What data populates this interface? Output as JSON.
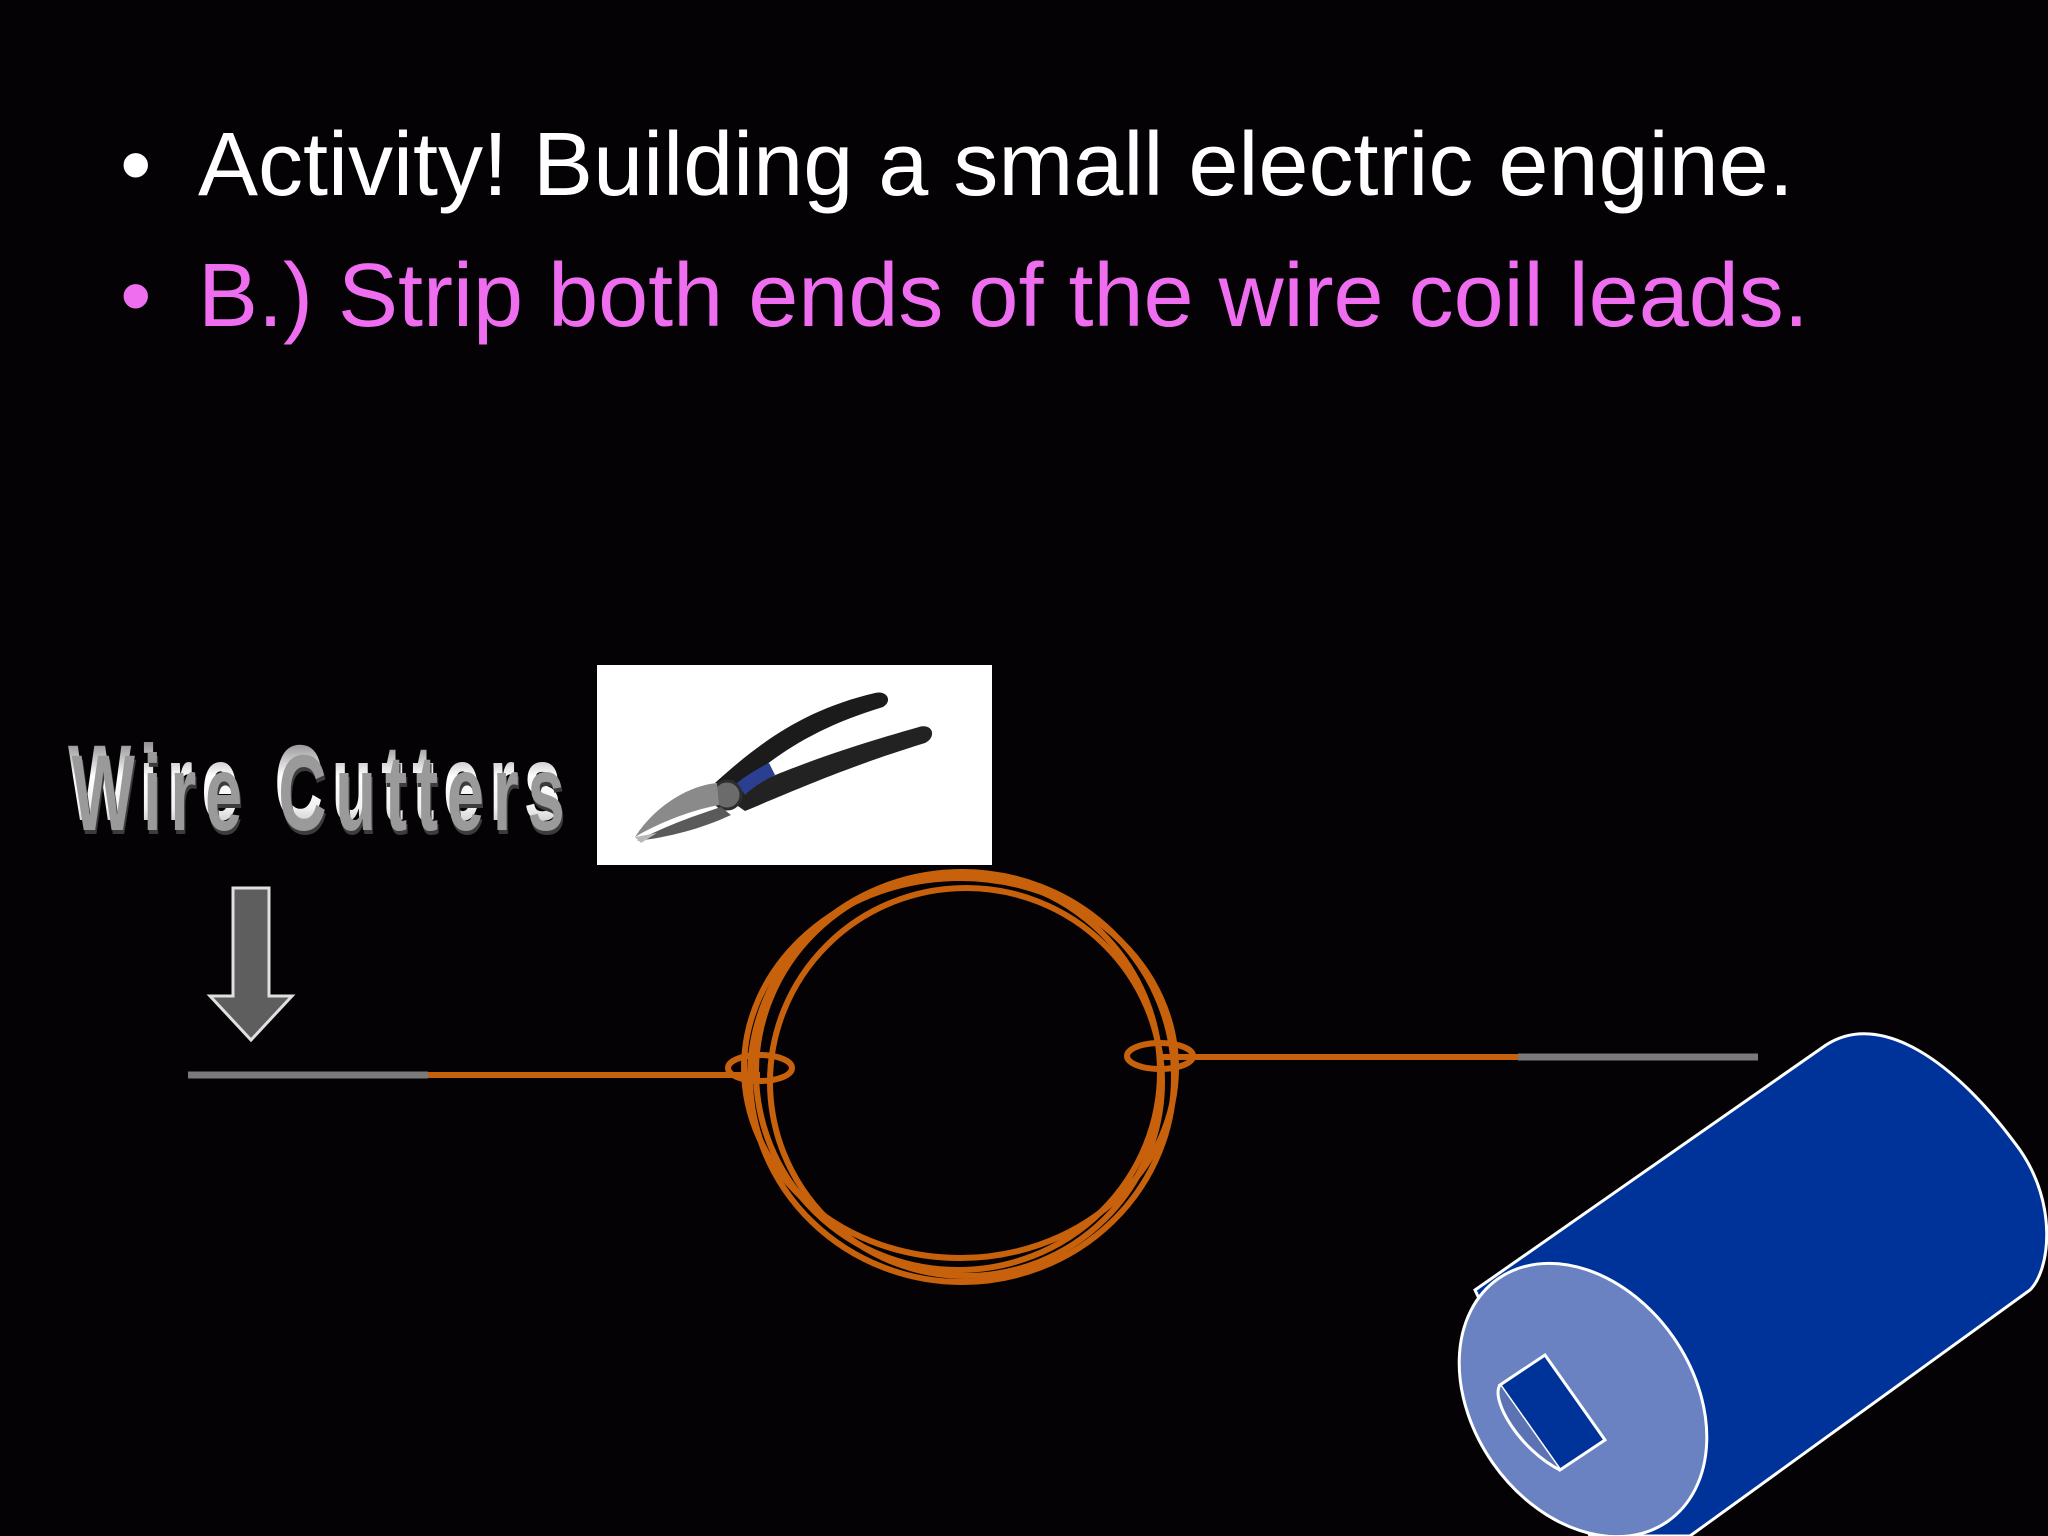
{
  "slide": {
    "bullets": [
      {
        "text": "Activity! Building a small electric engine.",
        "color": "#ffffff"
      },
      {
        "text": "B.) Strip both ends of the wire coil leads.",
        "color": "#ef6ef0"
      }
    ],
    "bullet_symbol": "•",
    "wordart_label": "Wire Cutters"
  },
  "icons": {
    "pointer": "down-arrow-icon",
    "tool_photo": "wire-cutters-icon",
    "coil": "wire-coil-icon",
    "magnet": "cylinder-magnet-icon"
  },
  "colors": {
    "background": "#040204",
    "copper_wire": "#c8610c",
    "stripped_wire": "#7a7a7a",
    "magnet_body": "#003399",
    "magnet_face": "#6a82c2"
  }
}
